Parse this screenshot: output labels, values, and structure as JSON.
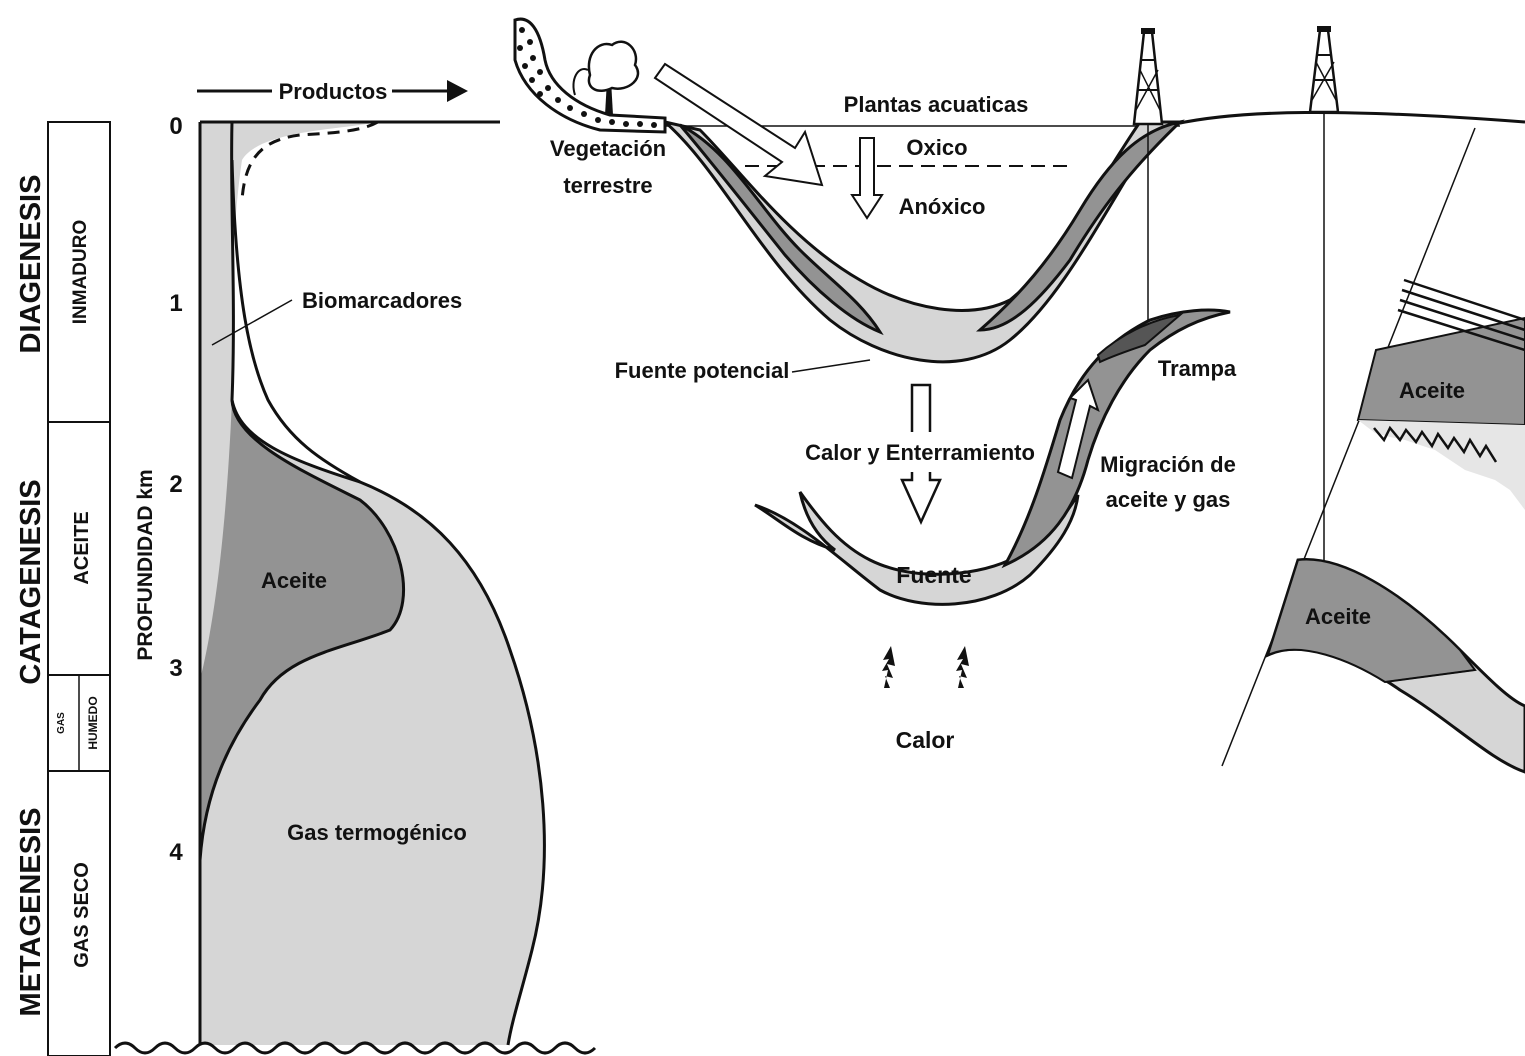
{
  "colors": {
    "light_fill": "#d6d6d6",
    "dark_fill": "#939393",
    "line": "#111111",
    "background": "#ffffff"
  },
  "stages": {
    "diagenesis": "DIAGENESIS",
    "catagenesis": "CATAGENESIS",
    "metagenesis": "METAGENESIS",
    "inmaduro": "INMADURO",
    "aceite": "ACEITE",
    "gas_humedo_1": "GAS",
    "gas_humedo_2": "HUMEDO",
    "gas_seco": "GAS SECO"
  },
  "depth_axis": {
    "label": "PROFUNDIDAD km",
    "ticks": [
      "0",
      "1",
      "2",
      "3",
      "4"
    ]
  },
  "products_label": "Productos",
  "zone_labels": {
    "biomarcadores": "Biomarcadores",
    "aceite": "Aceite",
    "gas_termogenico": "Gas termogénico"
  },
  "basin_labels": {
    "plantas_acuaticas": "Plantas acuaticas",
    "oxico": "Oxico",
    "anoxico": "Anóxico",
    "vegetacion_1": "Vegetación",
    "vegetacion_2": "terrestre",
    "fuente_potencial": "Fuente potencial",
    "trampa": "Trampa",
    "calor_enterramiento": "Calor y Enterramiento",
    "migracion_1": "Migración de",
    "migracion_2": "aceite y gas",
    "fuente": "Fuente",
    "calor": "Calor"
  },
  "trap_labels": {
    "aceite_upper": "Aceite",
    "aceite_lower": "Aceite"
  }
}
